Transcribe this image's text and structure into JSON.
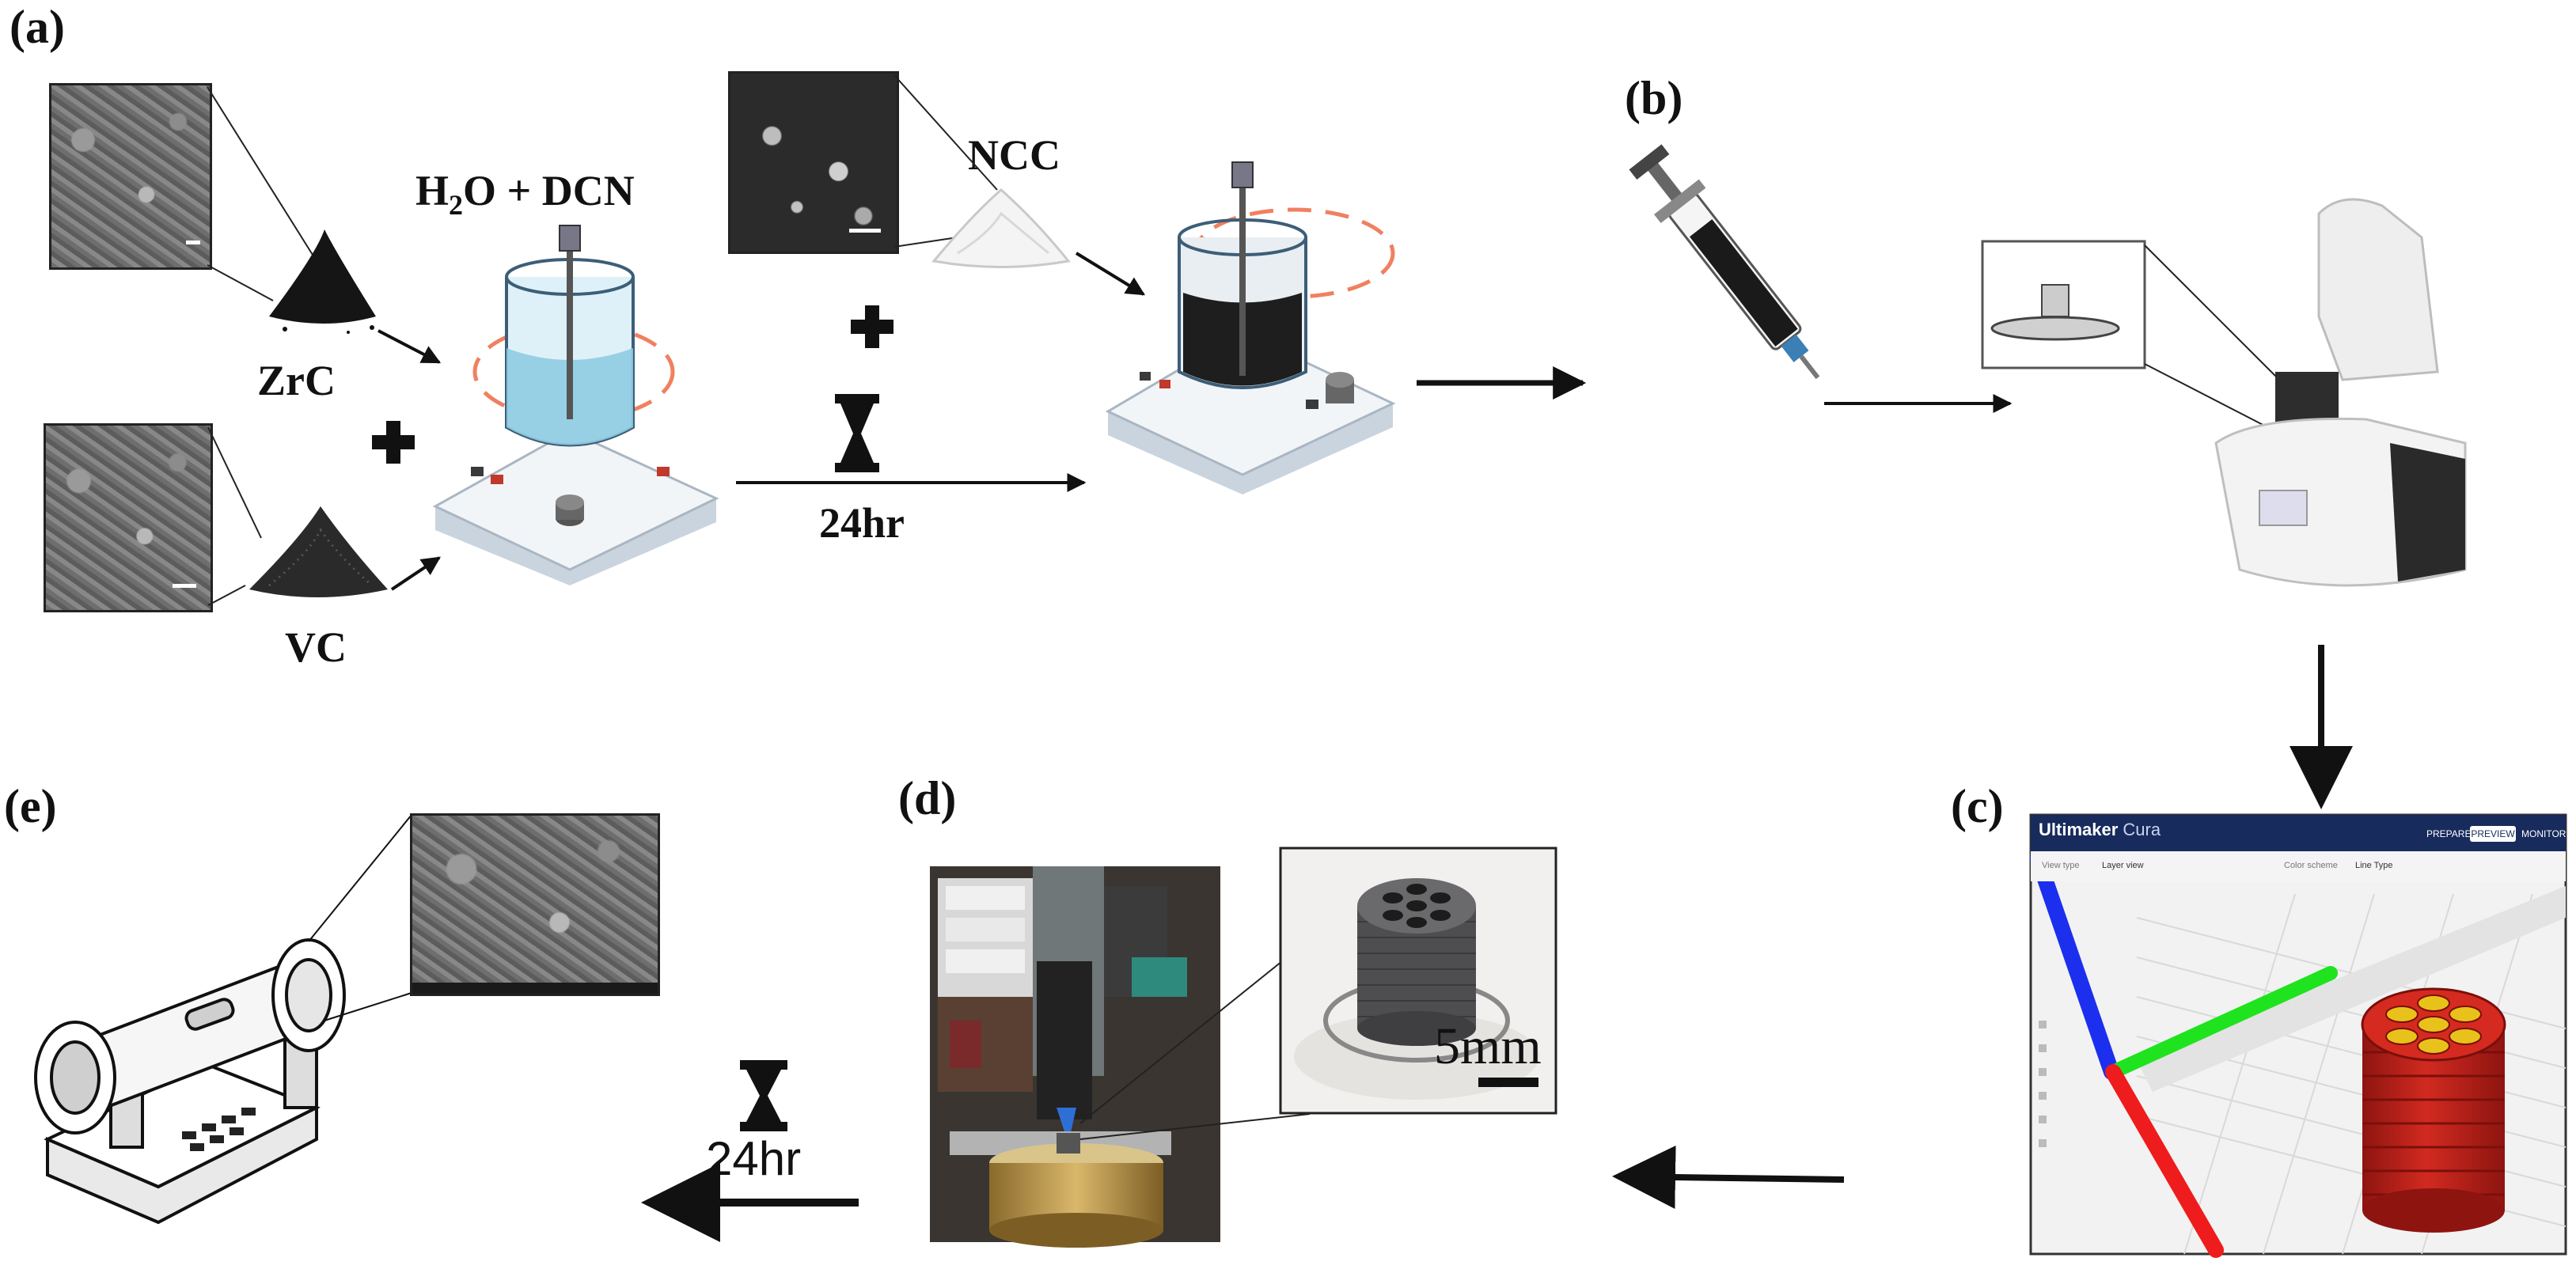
{
  "panels": {
    "a": "(a)",
    "b": "(b)",
    "c": "(c)",
    "d": "(d)",
    "e": "(e)"
  },
  "materials": {
    "solvent_prefix": "H",
    "solvent_sub": "2",
    "solvent_suffix": "O + DCN",
    "zrc": "ZrC",
    "vc": "VC",
    "ncc": "NCC"
  },
  "steps": {
    "mix_time": "24hr",
    "cure_time": "24hr"
  },
  "cura": {
    "brand": "Ultimaker",
    "product": "Cura",
    "tabs": [
      "PREPARE",
      "PREVIEW",
      "MONITOR"
    ],
    "view_type_label": "View type",
    "view_type_value": "Layer view",
    "color_scheme_label": "Color scheme",
    "color_scheme_value": "Line Type"
  },
  "print_photo": {
    "scale_label": "5mm"
  },
  "colors": {
    "arrow": "#111111",
    "axis_x": "#ee1c1c",
    "axis_y": "#1fe31f",
    "axis_z": "#1c2fee",
    "print_red": "#c8201a",
    "print_yellow": "#e8c21a",
    "liquid": "#9fd3e8"
  },
  "icons": [
    "plus-icon",
    "hourglass-icon",
    "syringe-icon",
    "rheometer-icon",
    "stirrer-icon",
    "tube-furnace-icon",
    "powder-pile-icon"
  ]
}
